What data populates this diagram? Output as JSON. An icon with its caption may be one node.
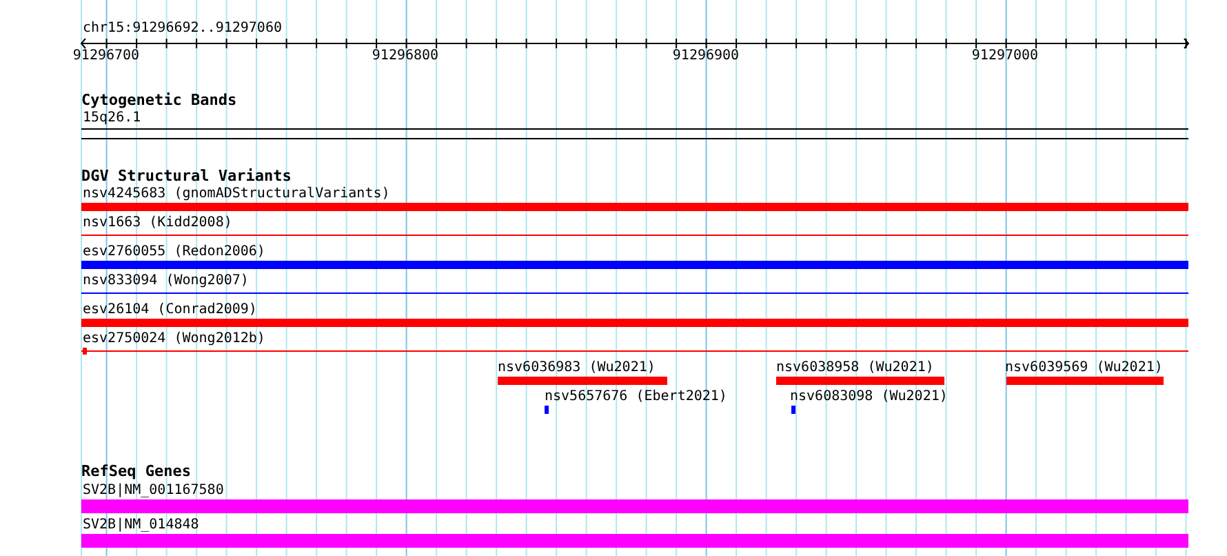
{
  "diagram": {
    "nodes": [
      {
        "text": [
          "15q26.1"
        ]
      },
      {
        "text": [
          "nsv4245683 (gnomADStructuralVariants)"
        ]
      },
      {
        "text": [
          "nsv1663 (Kidd2008)"
        ]
      },
      {
        "text": [
          "esv2760055 (Redon2006)"
        ]
      },
      {
        "text": [
          "nsv833094 (Wong2007)"
        ]
      },
      {
        "text": [
          "esv26104 (Conrad2009)"
        ]
      },
      {
        "text": [
          "esv2750024 (Wong2012b)"
        ]
      },
      {
        "text": [
          "nsv6036983 (Wu2021)"
        ]
      },
      {
        "text": [
          "nsv6038958 (Wu2021)"
        ]
      },
      {
        "text": [
          "nsv6039569 (Wu2021)"
        ]
      },
      {
        "text": [
          "nsv5657676 (Ebert2021)"
        ]
      },
      {
        "text": [
          "nsv6083098 (Wu2021)"
        ]
      },
      {
        "text": [
          "SV2B|NM_001167580"
        ]
      },
      {
        "text": [
          "SV2B|NM_014848"
        ]
      }
    ],
    "labels": [
      "chr15:91296692..91297060",
      "91296700",
      "91296800",
      "91296900",
      "91297000",
      "Cytogenetic Bands",
      "DGV Structural Variants",
      "RefSeq Genes"
    ]
  }
}
